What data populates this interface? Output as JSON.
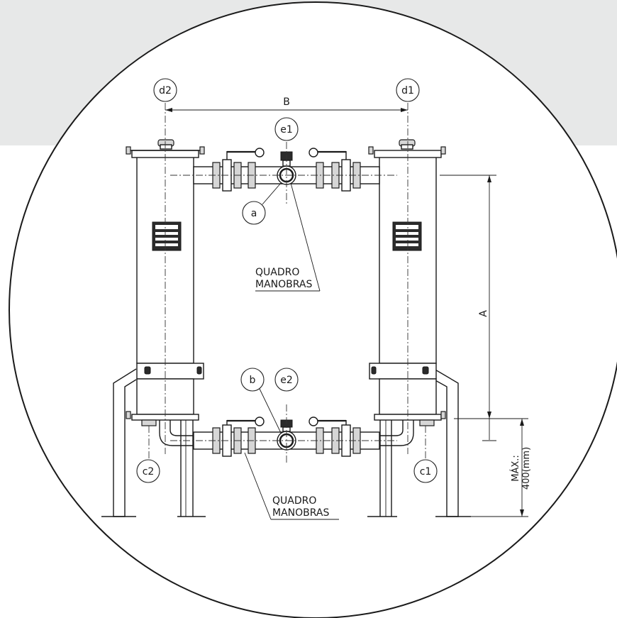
{
  "labels": {
    "d1": "d1",
    "d2": "d2",
    "e1": "e1",
    "e2": "e2",
    "a": "a",
    "b": "b",
    "c1": "c1",
    "c2": "c2",
    "dim_b": "B",
    "dim_a": "A",
    "quadro_top_line1": "QUADRO",
    "quadro_top_line2": "MANOBRAS",
    "quadro_bottom_line1": "QUADRO",
    "quadro_bottom_line2": "MANOBRAS",
    "max_line1": "MÁX.:",
    "max_line2": "400(mm)"
  },
  "colors": {
    "background_band": "#e7e8e8",
    "line": "#1a1a1a"
  }
}
